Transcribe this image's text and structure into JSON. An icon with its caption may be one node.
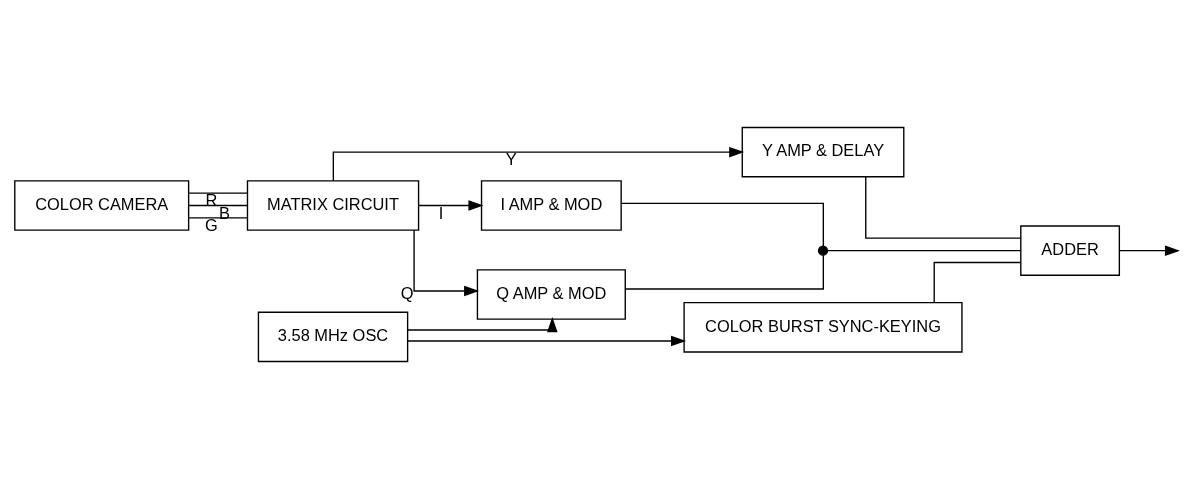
{
  "diagram": {
    "nodes": [
      {
        "text": [
          "COLOR CAMERA"
        ]
      },
      {
        "text": [
          "MATRIX CIRCUIT"
        ]
      },
      {
        "text": [
          "Y AMP & DELAY"
        ]
      },
      {
        "text": [
          "I AMP & MOD"
        ]
      },
      {
        "text": [
          "Q AMP & MOD"
        ]
      },
      {
        "text": [
          "ADDER"
        ]
      },
      {
        "text": [
          "3.58 MHz OSC"
        ]
      },
      {
        "text": [
          "COLOR BURST SYNC-KEYING"
        ]
      },
      {
        "text": [],
        "shape": "circle"
      }
    ],
    "edges": [
      {
        "from": 0,
        "to": 1,
        "arrow": "none",
        "label": "G"
      },
      {
        "from": 0,
        "to": 1,
        "arrow": "none",
        "label": "B"
      },
      {
        "from": 0,
        "to": 1,
        "arrow": "none",
        "label": "R"
      },
      {
        "from": 1,
        "to": 2,
        "arrow": "to",
        "label": "Y"
      },
      {
        "from": 1,
        "to": 3,
        "arrow": "to",
        "label": "I"
      },
      {
        "from": 1,
        "to": 4,
        "arrow": "to",
        "label": "Q"
      },
      {
        "from": 2,
        "to": 5,
        "arrow": "none"
      },
      {
        "from": 3,
        "to": 8,
        "arrow": "none"
      },
      {
        "from": 4,
        "to": 8,
        "arrow": "none"
      },
      {
        "from": 8,
        "to": 5,
        "arrow": "none"
      },
      {
        "from": 5,
        "to": null,
        "arrow": "to"
      },
      {
        "from": 6,
        "to": 4,
        "arrow": "to"
      },
      {
        "from": 6,
        "to": 7,
        "arrow": "to"
      },
      {
        "from": 7,
        "to": 5,
        "arrow": "none"
      }
    ]
  }
}
